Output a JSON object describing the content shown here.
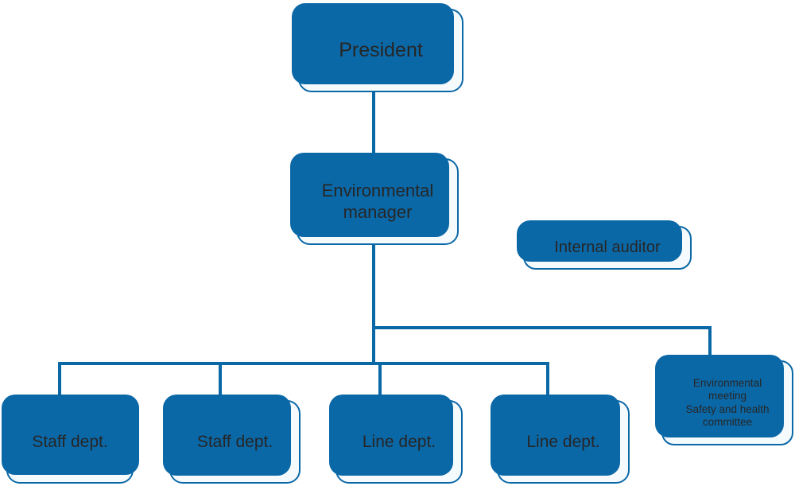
{
  "diagram_type": "organization-chart",
  "colors": {
    "accent": "#0B68A7",
    "card_fill": "#F5FAFD",
    "text": "#262626"
  },
  "nodes": {
    "president": {
      "label": "President"
    },
    "environmental_manager": {
      "label": "Environmental\nmanager"
    },
    "internal_auditor": {
      "label": "Internal auditor"
    },
    "staff_dept_1": {
      "label": "Staff dept."
    },
    "staff_dept_2": {
      "label": "Staff dept."
    },
    "line_dept_1": {
      "label": "Line dept."
    },
    "line_dept_2": {
      "label": "Line dept."
    },
    "environmental_meeting": {
      "label": "Environmental\nmeeting\nSafety and health\ncommittee"
    }
  },
  "edges": [
    {
      "from": "president",
      "to": "environmental_manager"
    },
    {
      "from": "environmental_manager",
      "to": "staff_dept_1"
    },
    {
      "from": "environmental_manager",
      "to": "staff_dept_2"
    },
    {
      "from": "environmental_manager",
      "to": "line_dept_1"
    },
    {
      "from": "environmental_manager",
      "to": "line_dept_2"
    },
    {
      "from": "environmental_manager",
      "to": "environmental_meeting"
    }
  ]
}
